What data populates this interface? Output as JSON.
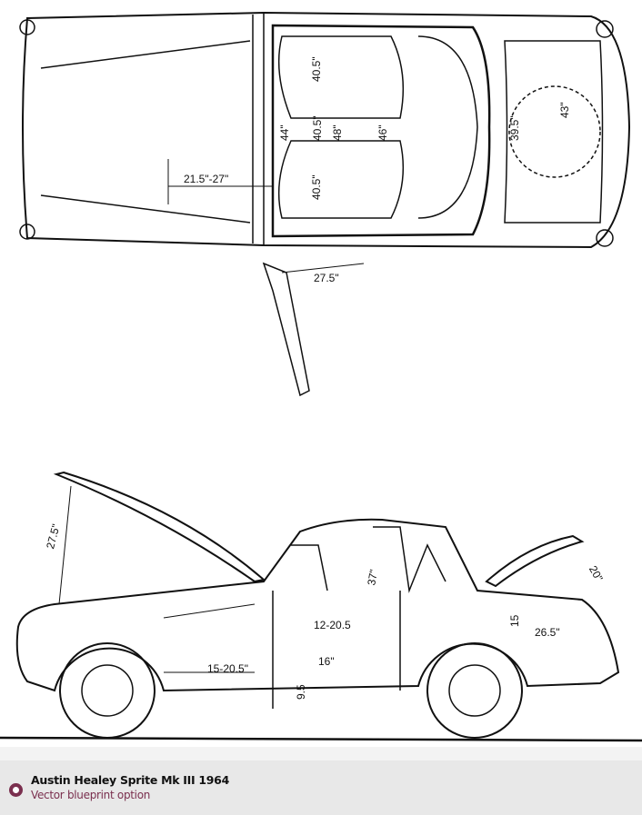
{
  "blueprint": {
    "top_view_labels": [
      "40.5\"",
      "40.5\"",
      "48\"",
      "44\"",
      "46\"",
      "21.5\"-27\"",
      "27.5\"",
      "43\"",
      "39.5\"",
      "40.5\""
    ],
    "side_view_labels": [
      "27.5\"",
      "37\"",
      "12-20.5",
      "15-20.5\"",
      "16\"",
      "9.5",
      "26.5\"",
      "15",
      "20\""
    ]
  },
  "caption": {
    "title": "Austin Healey Sprite Mk III 1964",
    "subtitle": "Vector blueprint option"
  },
  "colors": {
    "accent": "#7a2f4e",
    "caption_bg": "#e8e8e8"
  }
}
